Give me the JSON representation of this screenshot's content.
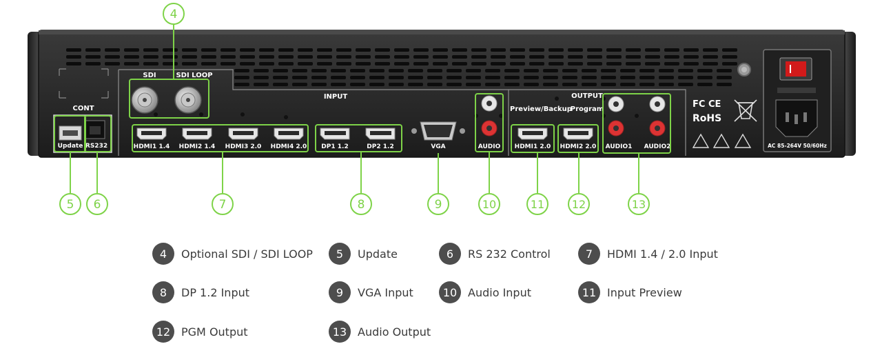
{
  "panel_labels": {
    "cont": "CONT",
    "update": "Update",
    "rs232": "RS232",
    "sdi": "SDI",
    "sdi_loop": "SDI LOOP",
    "input": "INPUT",
    "output": "OUTPUT",
    "hdmi1": "HDMI1 1.4",
    "hdmi2": "HDMI2 1.4",
    "hdmi3": "HDMI3 2.0",
    "hdmi4": "HDMI4 2.0",
    "dp1": "DP1 1.2",
    "dp2": "DP2 1.2",
    "vga": "VGA",
    "audio": "AUDIO",
    "preview_backup": "Preview/Backup",
    "program": "Program",
    "out_hdmi1": "HDMI1 2.0",
    "out_hdmi2": "HDMI2 2.0",
    "audio1": "AUDIO1",
    "audio2": "AUDIO2",
    "fc_ce": "FC CE",
    "rohs": "RoHS",
    "power": "AC 85-264V 50/60Hz"
  },
  "callouts": {
    "c4": "4",
    "c5": "5",
    "c6": "6",
    "c7": "7",
    "c8": "8",
    "c9": "9",
    "c10": "10",
    "c11": "11",
    "c12": "12",
    "c13": "13"
  },
  "legend": [
    {
      "num": "4",
      "text": "Optional SDI / SDI LOOP"
    },
    {
      "num": "5",
      "text": "Update"
    },
    {
      "num": "6",
      "text": "RS 232 Control"
    },
    {
      "num": "7",
      "text": "HDMI 1.4 / 2.0 Input"
    },
    {
      "num": "8",
      "text": "DP 1.2 Input"
    },
    {
      "num": "9",
      "text": "VGA Input"
    },
    {
      "num": "10",
      "text": "Audio Input"
    },
    {
      "num": "11",
      "text": "Input Preview"
    },
    {
      "num": "12",
      "text": "PGM Output"
    },
    {
      "num": "13",
      "text": "Audio Output"
    }
  ],
  "colors": {
    "highlight": "#7ed348",
    "panel": "#262626",
    "badge": "#4d4d4d"
  }
}
